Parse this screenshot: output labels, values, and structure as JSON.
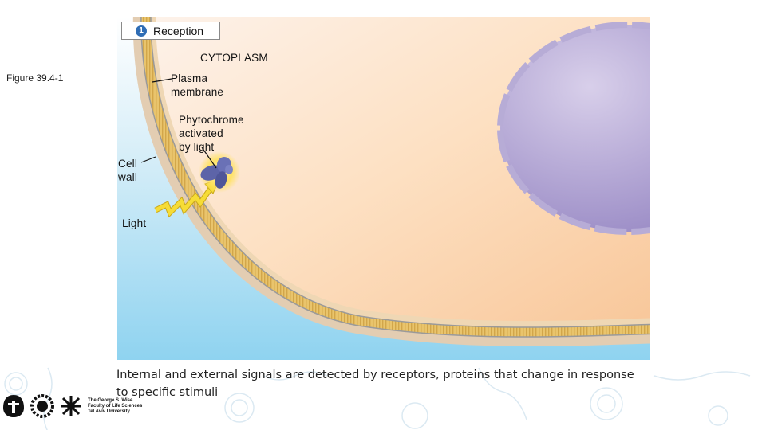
{
  "figure": {
    "label": "Figure 39.4-1",
    "step": {
      "number": "1",
      "label": "Reception"
    },
    "labels": {
      "cytoplasm": "CYTOPLASM",
      "plasma_membrane": [
        "Plasma",
        "membrane"
      ],
      "phytochrome": [
        "Phytochrome",
        "activated",
        "by light"
      ],
      "cell_wall": [
        "Cell",
        "wall"
      ],
      "light": "Light"
    },
    "colors": {
      "cytoplasm": "#fbd7b0",
      "outside": "#9fd9f2",
      "nucleus": "#a596cc",
      "membrane": "#e6c06a",
      "cell_wall": "#e7d2b8",
      "light_arrow": "#f3d428",
      "phytochrome": "#5f66a8"
    }
  },
  "caption": "Internal and external signals are detected by receptors, proteins that change in response to specific stimuli",
  "footer": {
    "logo_text": [
      "The George S. Wise",
      "Faculty of Life Sciences",
      "Tel Aviv University"
    ]
  }
}
